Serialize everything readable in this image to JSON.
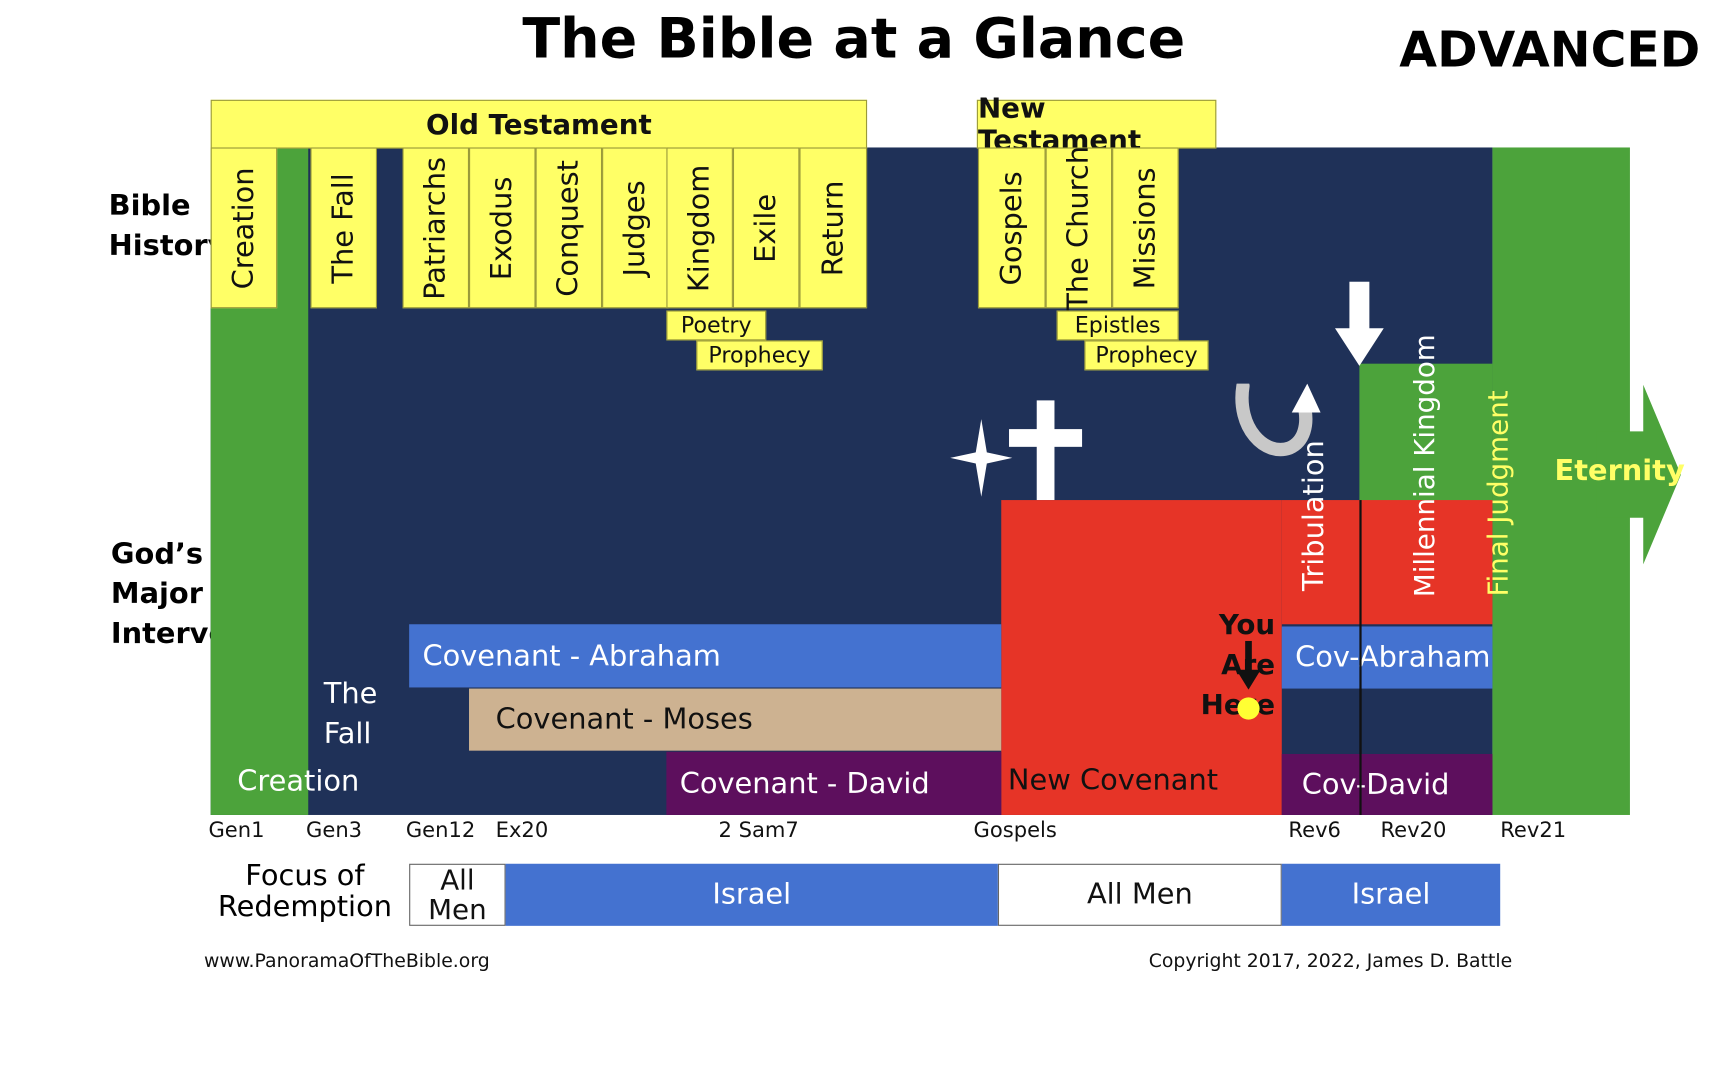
{
  "title": "The Bible at a Glance",
  "level": "ADVANCED",
  "row_labels": {
    "bible_history": "Bible History",
    "interventions": "God’s Major Interventions",
    "focus": "Focus  of Redemption"
  },
  "testaments": {
    "old": "Old Testament",
    "new": "New Testament"
  },
  "history_columns": [
    "Creation",
    "The Fall",
    "Patriarchs",
    "Exodus",
    "Conquest",
    "Judges",
    "Kingdom",
    "Exile",
    "Return",
    "Gospels",
    "The Church",
    "Missions"
  ],
  "sub_boxes": {
    "poetry": "Poetry",
    "prophecy_ot": "Prophecy",
    "epistles": "Epistles",
    "prophecy_nt": "Prophecy"
  },
  "side_labels": {
    "tribulation": "Tribulation",
    "millennial": "Millennial Kingdom",
    "final_judgment": "Final Judgment",
    "eternity": "Eternity"
  },
  "interventions": {
    "creation": "Creation",
    "the_fall": "The Fall",
    "cov_abraham": "Covenant - Abraham",
    "cov_moses": "Covenant - Moses",
    "cov_david": "Covenant - David",
    "new_covenant": "New Covenant",
    "cov_abraham_short": "Cov-Abraham",
    "cov_david_short": "Cov-David"
  },
  "you_are_here": "You Are Here",
  "scripture_refs": [
    "Gen1",
    "Gen3",
    "Gen12",
    "Ex20",
    "2 Sam7",
    "Gospels",
    "Rev6",
    "Rev20",
    "Rev21"
  ],
  "focus": {
    "all_men_1": "All Men",
    "israel_1": "Israel",
    "all_men_2": "All Men",
    "israel_2": "Israel"
  },
  "footer": {
    "website": "www.PanoramaOfTheBible.org",
    "copyright": "Copyright 2017, 2022, James D. Battle"
  },
  "colors": {
    "navy": "#1f3158",
    "green": "#4ca33b",
    "red": "#e63427",
    "blue": "#4472d0",
    "tan": "#cdb291",
    "purple": "#5d0f5d",
    "yellow": "#ffff66"
  }
}
